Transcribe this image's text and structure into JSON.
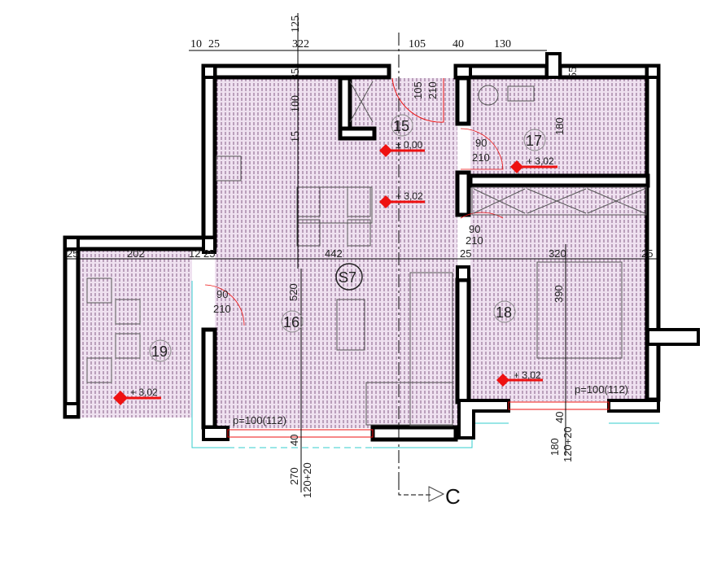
{
  "plan": {
    "unit_label": "S7",
    "section_marker": "C",
    "rooms": {
      "r15": "15",
      "r16": "16",
      "r17": "17",
      "r18": "18",
      "r19": "19"
    },
    "levels": {
      "entry": "± 0,00",
      "living": "+ 3,02",
      "bed17": "+ 3,02",
      "bed18": "+ 3,02",
      "balcony": "+ 3,02"
    },
    "dims_top": {
      "d10": "10",
      "d25": "25",
      "d322": "322",
      "d105": "105",
      "d40": "40",
      "d130": "130",
      "d125": "125",
      "d35": "35",
      "d55": "55"
    },
    "dims_inner": {
      "d100": "100",
      "d15": "15",
      "door_w": "105",
      "door_h": "210",
      "d180": "180",
      "d442": "442",
      "d520": "520",
      "d320": "320",
      "d390": "390",
      "d202": "202",
      "b25a": "25",
      "b12": "12",
      "b25b": "25",
      "r25a": "25",
      "r25b": "25"
    },
    "doors": [
      {
        "w": "90",
        "h": "210"
      },
      {
        "w": "90",
        "h": "210"
      },
      {
        "w": "90",
        "h": "210"
      }
    ],
    "windows": {
      "living_sill": "p=100(112)",
      "living_d40": "40",
      "living_h": "270",
      "living_w": "120+20",
      "bed_sill": "p=100(112)",
      "bed_d40": "40",
      "bed_h": "180",
      "bed_w": "120+20"
    },
    "colors": {
      "floor": "#efe1f0",
      "hatch": "#7a4f7a",
      "level_marker": "#e11111",
      "outline": "#33cccc"
    }
  }
}
